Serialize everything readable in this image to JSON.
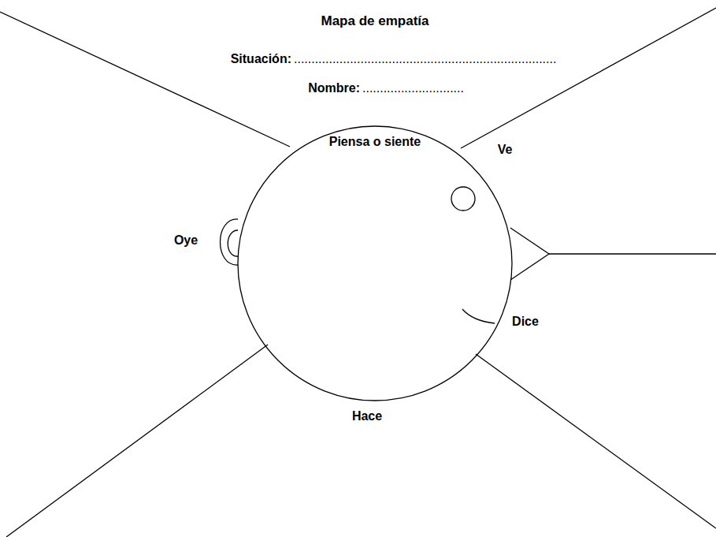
{
  "diagram": {
    "title": "Mapa de empatía",
    "nodes": [
      {
        "text": [
          "Piensa o siente"
        ]
      }
    ],
    "labels": [
      "Situación:",
      "...........................................................................",
      "Nombre:",
      ".............................",
      "Ve",
      "Oye",
      "Dice",
      "Hace"
    ]
  }
}
